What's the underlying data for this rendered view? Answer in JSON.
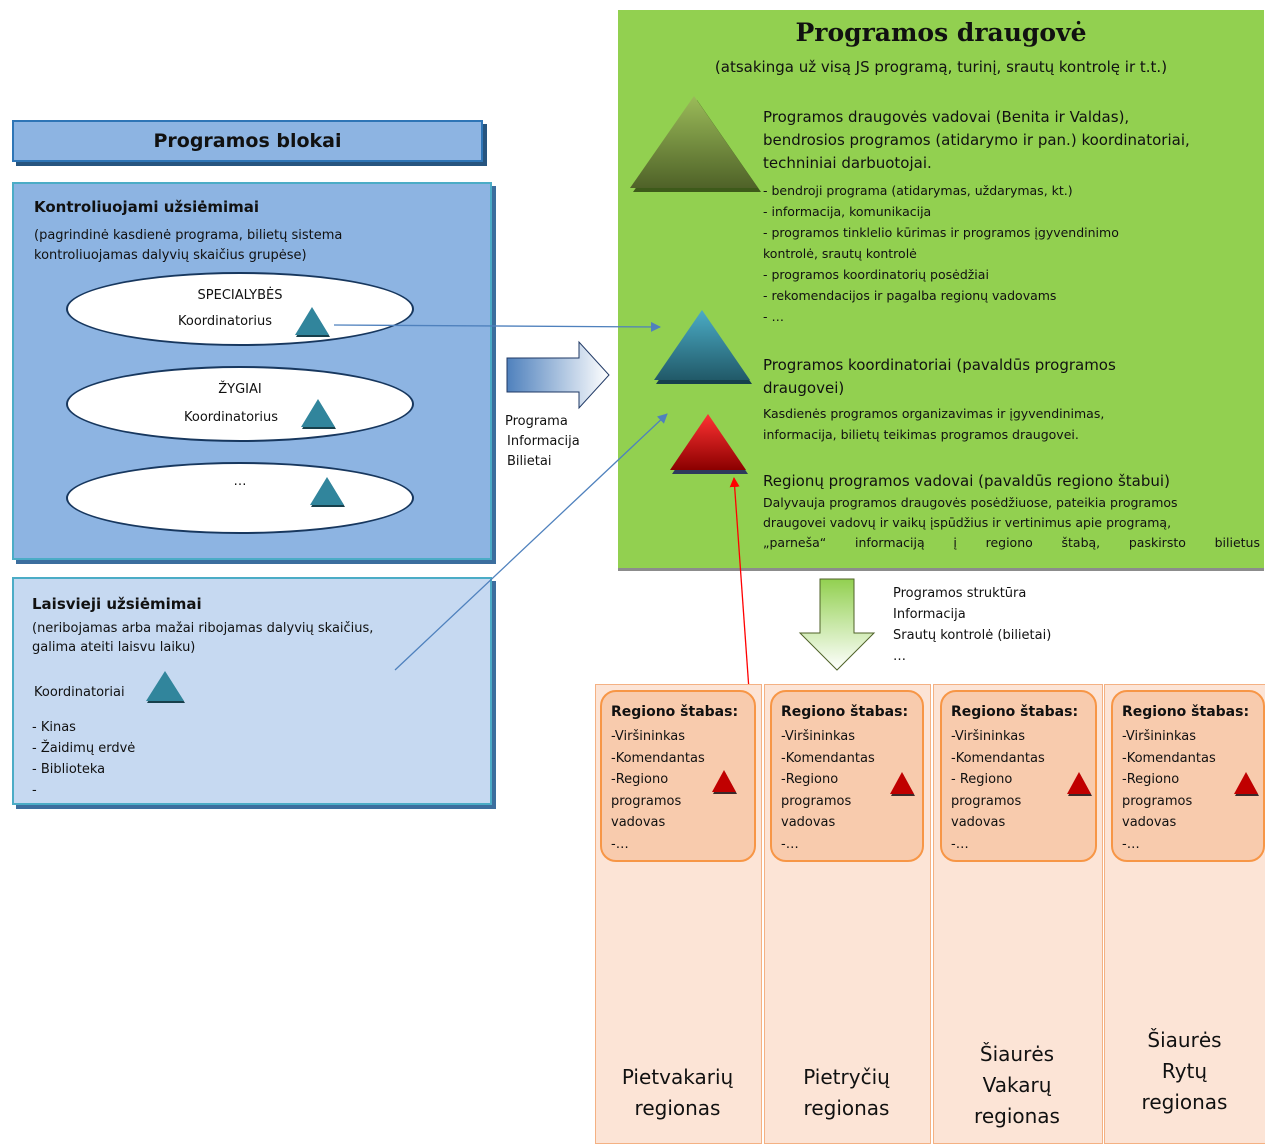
{
  "blocks": {
    "title": "Programos blokai",
    "controlled": {
      "title": "Kontroliuojami užsiėmimai",
      "desc1": "(pagrindinė kasdienė programa, bilietų sistema",
      "desc2": "kontroliuojamas dalyvių skaičius grupėse)",
      "ellipses": [
        {
          "title": "SPECIALYBĖS",
          "coord": "Koordinatorius"
        },
        {
          "title": "ŽYGIAI",
          "coord": "Koordinatorius"
        },
        {
          "title": "…"
        }
      ]
    },
    "free": {
      "title": "Laisvieji užsiėmimai",
      "desc1": "(neribojamas arba mažai ribojamas dalyvių skaičius,",
      "desc2": "galima ateiti laisvu laiku)",
      "coord": "Koordinatoriai",
      "items": [
        "-    Kinas",
        "-    Žaidimų erdvė",
        "-    Biblioteka",
        "-"
      ]
    }
  },
  "flow_label": [
    "Programa",
    "Informacija",
    "Bilietai"
  ],
  "program": {
    "title": "Programos draugovė",
    "subtitle": "(atsakinga už visą JS programą, turinį, srautų kontrolę ir t.t.)",
    "leaders": {
      "lines": [
        "Programos draugovės vadovai (Benita ir Valdas),",
        "bendrosios programos (atidarymo ir pan.) koordinatoriai,",
        "techniniai darbuotojai."
      ],
      "items": [
        "- bendroji programa (atidarymas, uždarymas, kt.)",
        "- informacija, komunikacija",
        "- programos tinklelio kūrimas ir programos įgyvendinimo",
        "kontrolė, srautų kontrolė",
        "- programos koordinatorių posėdžiai",
        "- rekomendacijos ir pagalba regionų vadovams",
        "- …"
      ]
    },
    "coordinators": {
      "lines": [
        "Programos koordinatoriai (pavaldūs programos",
        "draugovei)"
      ],
      "items": [
        "Kasdienės programos organizavimas ir įgyvendinimas,",
        "informacija, bilietų teikimas programos draugovei."
      ]
    },
    "regional": {
      "title": "Regionų programos vadovai (pavaldūs regiono štabui)",
      "items": [
        "Dalyvauja programos draugovės posėdžiuose, pateikia programos",
        "draugovei vadovų ir vaikų įspūdžius ir vertinimus apie programą,",
        "„parneša“ informaciją į regiono štabą, paskirsto bilietus"
      ]
    }
  },
  "down_label": [
    "Programos struktūra",
    "Informacija",
    "Srautų kontrolė (bilietai)",
    "…"
  ],
  "regions": [
    {
      "staff_title": "Regiono štabas:",
      "staff": [
        "-Viršininkas",
        "-Komendantas",
        "-Regiono",
        "programos",
        "vadovas",
        "-…"
      ],
      "name": [
        "Pietvakarių",
        "regionas"
      ]
    },
    {
      "staff_title": "Regiono štabas:",
      "staff": [
        "-Viršininkas",
        "-Komendantas",
        "-Regiono",
        "programos",
        "vadovas",
        "-…"
      ],
      "name": [
        "Pietryčių",
        "regionas"
      ]
    },
    {
      "staff_title": "Regiono štabas:",
      "staff": [
        "-Viršininkas",
        "-Komendantas",
        "- Regiono",
        "programos",
        "vadovas",
        "-…"
      ],
      "name": [
        "Šiaurės",
        "Vakarų",
        "regionas"
      ]
    },
    {
      "staff_title": "Regiono štabas:",
      "staff": [
        "-Viršininkas",
        "-Komendantas",
        "-Regiono",
        "programos",
        "vadovas",
        "-…"
      ],
      "name": [
        "Šiaurės",
        "Rytų",
        "regionas"
      ]
    }
  ],
  "colors": {
    "green": "#92d050",
    "blue": "#8db4e2",
    "light_blue": "#c6d9f1",
    "orange": "#f8cbad",
    "teal_triangle": "#31859c",
    "red_triangle": "#c00000",
    "green_triangle": "#4f7a28"
  }
}
